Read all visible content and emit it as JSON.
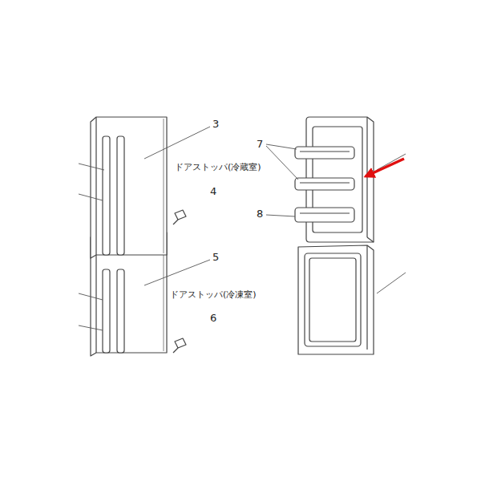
{
  "diagram": {
    "labels": [
      "3",
      "ドアストッパ(冷蔵室)",
      "4",
      "7",
      "8",
      "5",
      "ドアストッパ(冷凍室)",
      "6"
    ]
  }
}
